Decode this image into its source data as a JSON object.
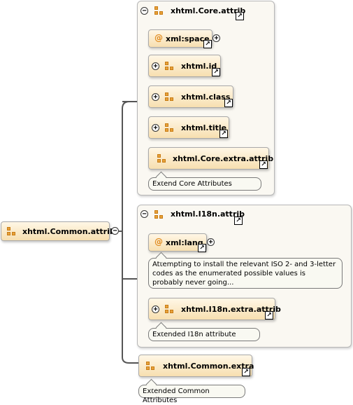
{
  "root": {
    "label": "xhtml.Common.attrib"
  },
  "core_group": {
    "title": "xhtml.Core.attrib",
    "items": [
      {
        "kind": "attribute",
        "label": "xml:space"
      },
      {
        "kind": "group",
        "label": "xhtml.id"
      },
      {
        "kind": "group",
        "label": "xhtml.class"
      },
      {
        "kind": "group",
        "label": "xhtml.title"
      },
      {
        "kind": "group",
        "label": "xhtml.Core.extra.attrib"
      }
    ],
    "note": "Extend Core Attributes"
  },
  "i18n_group": {
    "title": "xhtml.I18n.attrib",
    "lang_label": "xml:lang",
    "lang_note": "Attempting to install the relevant ISO 2- and 3-letter codes as the enumerated possible values is probably never going...",
    "extra_label": "xhtml.I18n.extra.attrib",
    "extra_note": "Extended I18n attribute"
  },
  "common_extra": {
    "label": "xhtml.Common.extra",
    "note": "Extended Common Attributes"
  },
  "glyphs": {
    "at": "@",
    "plus": "+",
    "minus": "−",
    "shortcut": "↗"
  },
  "colors": {
    "node_fill": "#f7dfb0",
    "group_fill": "#faf8f2",
    "icon_orange": "#e7a13a",
    "border": "#a9a9a9"
  }
}
